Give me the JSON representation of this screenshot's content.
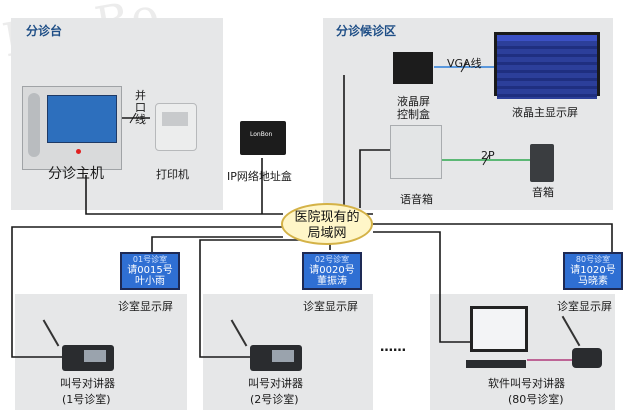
{
  "watermark": "LonBo",
  "sections": {
    "triage_desk": "分诊台",
    "waiting_area": "分诊候诊区"
  },
  "devices": {
    "triage_host": "分诊主机",
    "printer": "打印机",
    "parallel_port_line": "并口线",
    "ip_box": "IP网络地址盒",
    "ip_box_brand": "LonBon",
    "lcd_control_box_line1": "液晶屏",
    "lcd_control_box_line2": "控制盒",
    "vga_line": "VGA线",
    "lcd_main_display": "液晶主显示屏",
    "voice_box": "语音箱",
    "two_p": "2P",
    "speaker": "音箱"
  },
  "lan": {
    "line1": "医院现有的",
    "line2": "局域网"
  },
  "rooms": [
    {
      "header": "01号诊室",
      "call": "请0015号",
      "name": "叶小雨",
      "screen_label": "诊室显示屏",
      "intercom_label": "叫号对讲器",
      "room_label": "(1号诊室)"
    },
    {
      "header": "02号诊室",
      "call": "请0020号",
      "name": "董振涛",
      "screen_label": "诊室显示屏",
      "intercom_label": "叫号对讲器",
      "room_label": "(2号诊室)"
    },
    {
      "header": "80号诊室",
      "call": "请1020号",
      "name": "马晓素",
      "screen_label": "诊室显示屏",
      "intercom_label": "软件叫号对讲器",
      "room_label": "(80号诊室)"
    }
  ],
  "ellipsis": "……",
  "colors": {
    "section_title": "#1e4e86",
    "screen_bg": "#2f6fd3",
    "lan_fill": "#fff6c8",
    "panel": "#e6e7e8"
  }
}
